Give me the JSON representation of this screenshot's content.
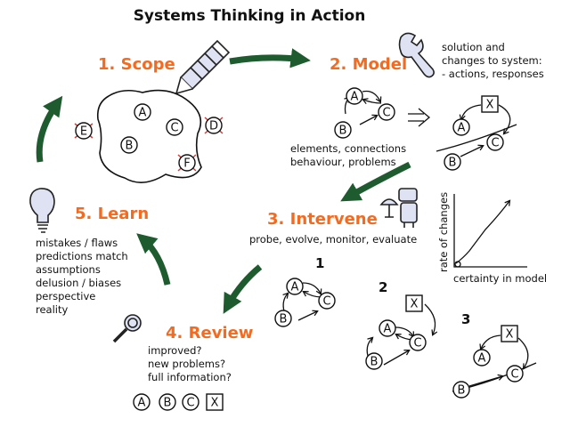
{
  "title": "Systems Thinking in Action",
  "steps": {
    "scope": "1. Scope",
    "model": "2. Model",
    "intervene": "3. Intervene",
    "review": "4. Review",
    "learn": "5. Learn"
  },
  "nodes": {
    "a": "A",
    "b": "B",
    "c": "C",
    "d": "D",
    "e": "E",
    "f": "F",
    "x": "X"
  },
  "model": {
    "solution_lines": [
      "solution and",
      "changes to system:",
      "- actions, responses"
    ],
    "element_lines": [
      "elements, connections",
      "behaviour, problems"
    ]
  },
  "intervene": {
    "caption": "probe, evolve, monitor, evaluate",
    "options": [
      "1",
      "2",
      "3"
    ]
  },
  "graph": {
    "xlabel": "certainty in model",
    "ylabel": "rate of changes"
  },
  "review": {
    "lines": [
      "improved?",
      "new problems?",
      "full information?"
    ]
  },
  "learn": {
    "lines": [
      "mistakes / flaws",
      "predictions match",
      "assumptions",
      "delusion / biases",
      "perspective",
      "reality"
    ]
  }
}
